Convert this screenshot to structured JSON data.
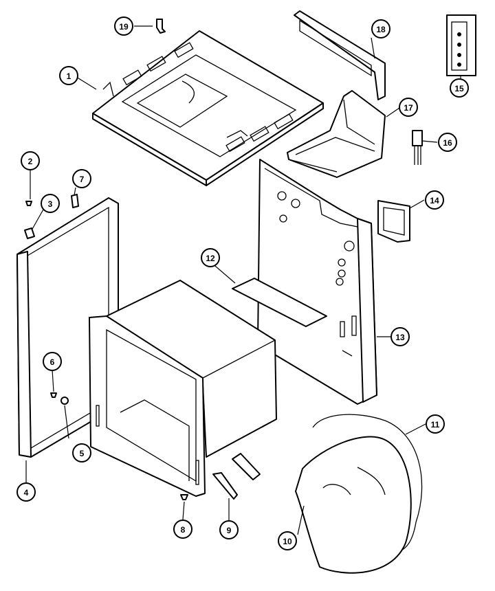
{
  "callouts": [
    {
      "id": "c1",
      "label": "1"
    },
    {
      "id": "c2",
      "label": "2"
    },
    {
      "id": "c3",
      "label": "3"
    },
    {
      "id": "c4",
      "label": "4"
    },
    {
      "id": "c5",
      "label": "5"
    },
    {
      "id": "c6",
      "label": "6"
    },
    {
      "id": "c7",
      "label": "7"
    },
    {
      "id": "c8",
      "label": "8"
    },
    {
      "id": "c9",
      "label": "9"
    },
    {
      "id": "c10",
      "label": "10"
    },
    {
      "id": "c11",
      "label": "11"
    },
    {
      "id": "c12",
      "label": "12"
    },
    {
      "id": "c13",
      "label": "13"
    },
    {
      "id": "c14",
      "label": "14"
    },
    {
      "id": "c15",
      "label": "15"
    },
    {
      "id": "c16",
      "label": "16"
    },
    {
      "id": "c17",
      "label": "17"
    },
    {
      "id": "c18",
      "label": "18"
    },
    {
      "id": "c19",
      "label": "19"
    }
  ]
}
